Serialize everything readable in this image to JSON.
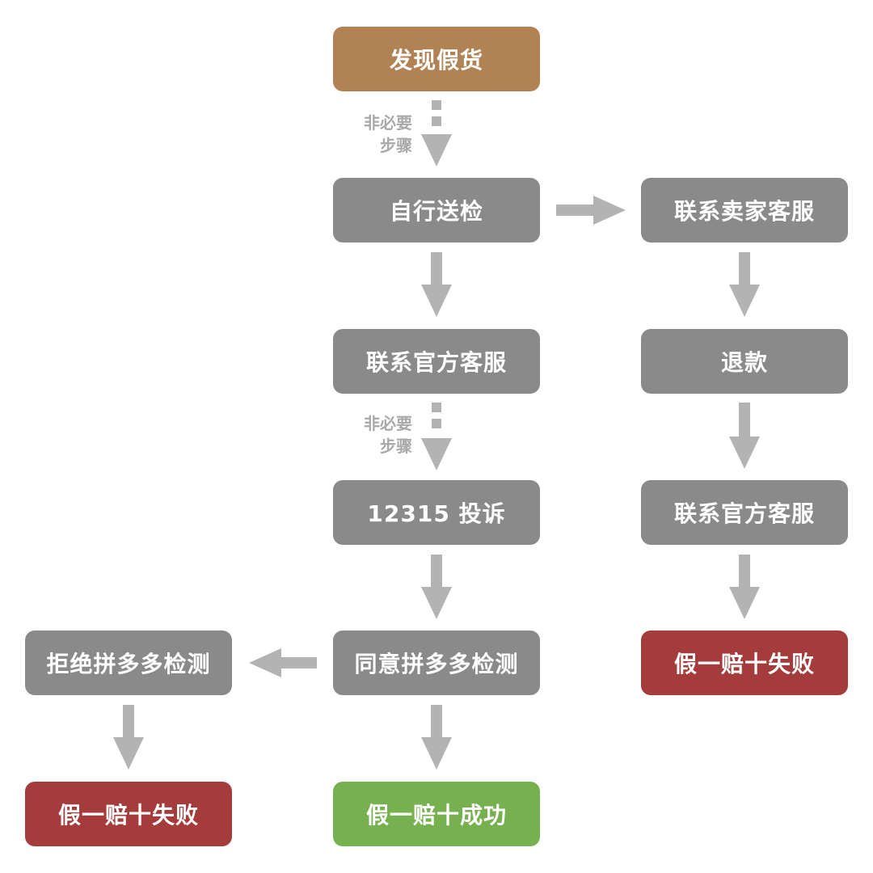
{
  "colors": {
    "start": "#b18254",
    "step": "#8a8a8a",
    "fail": "#a53c3c",
    "success": "#76b04f",
    "arrow": "#b3b3b3",
    "note": "#a9a9a9"
  },
  "nodes": {
    "discover_fake": "发现假货",
    "self_inspect": "自行送检",
    "contact_seller": "联系卖家客服",
    "contact_official_left": "联系官方客服",
    "refund": "退款",
    "complaint_12315": "12315 投诉",
    "contact_official_right": "联系官方客服",
    "agree_test": "同意拼多多检测",
    "refuse_test": "拒绝拼多多检测",
    "fail_right": "假一赔十失败",
    "fail_left": "假一赔十失败",
    "success": "假一赔十成功"
  },
  "notes": {
    "optional_1": [
      "非必要",
      "步骤"
    ],
    "optional_2": [
      "非必要",
      "步骤"
    ]
  }
}
